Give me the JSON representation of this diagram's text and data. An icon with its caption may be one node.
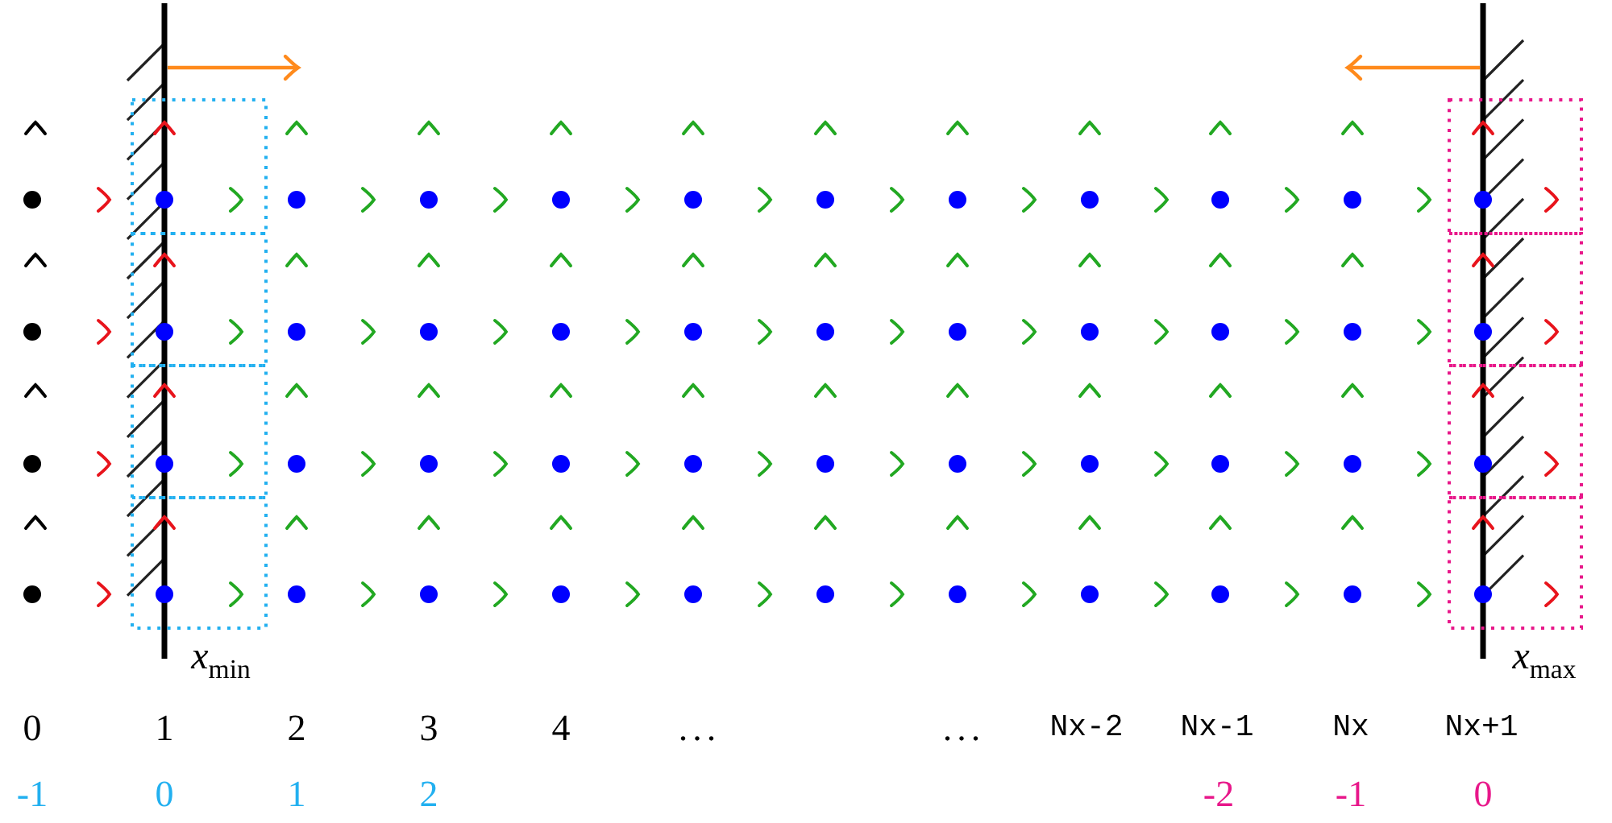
{
  "diagram": {
    "labels": [
      "*x*$_{min}$",
      "*x*$_{max}$",
      "0",
      "1",
      "2",
      "3",
      "4",
      "...",
      "...",
      "Nx-2",
      "Nx-1",
      "Nx",
      "Nx+1",
      "-1",
      "0",
      "1",
      "2",
      "-2",
      "-1",
      "0"
    ]
  }
}
